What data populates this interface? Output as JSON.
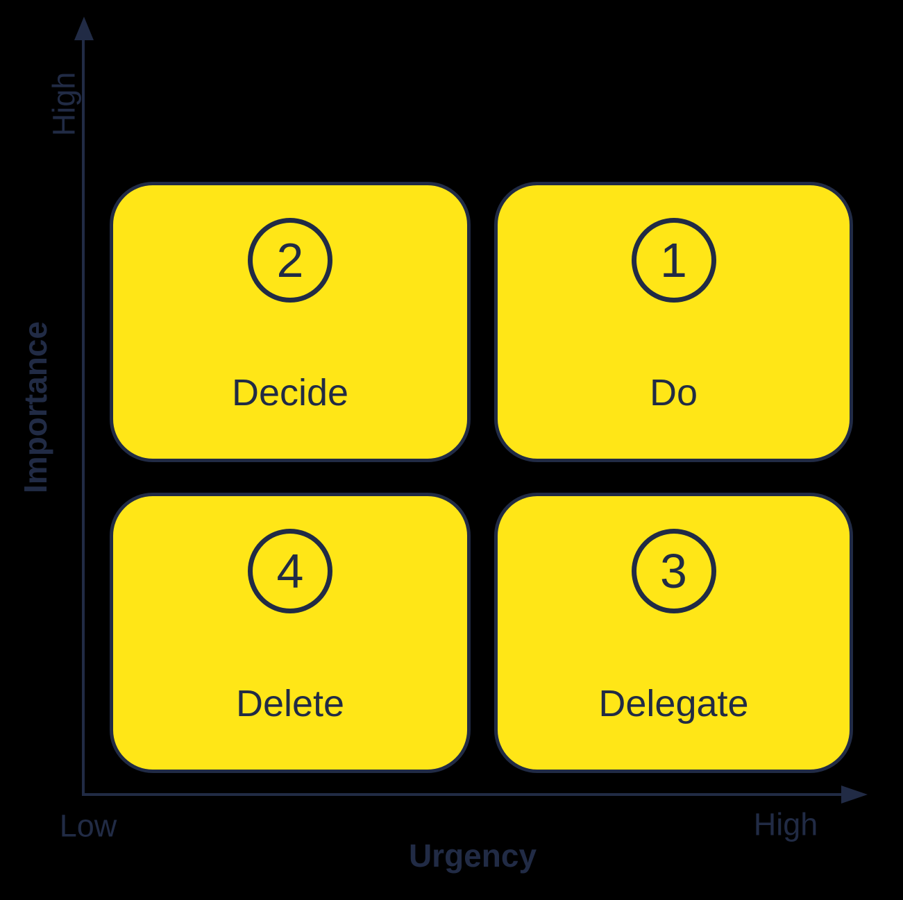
{
  "diagram_type": "eisenhower-matrix",
  "colors": {
    "quadrant_fill": "#FFE617",
    "ink": "#212B45",
    "background": "#000000"
  },
  "axes": {
    "y": {
      "title": "Importance",
      "high_label": "High"
    },
    "x": {
      "title": "Urgency",
      "low_label": "Low",
      "high_label": "High"
    }
  },
  "quadrants": {
    "top_left": {
      "number": "2",
      "label": "Decide"
    },
    "top_right": {
      "number": "1",
      "label": "Do"
    },
    "bottom_left": {
      "number": "4",
      "label": "Delete"
    },
    "bottom_right": {
      "number": "3",
      "label": "Delegate"
    }
  }
}
